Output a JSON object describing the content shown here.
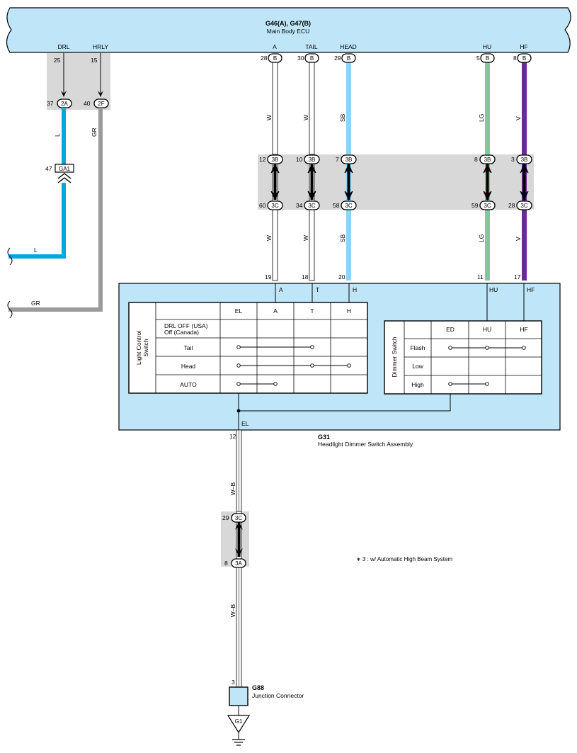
{
  "colors": {
    "ecu_fill": "#bfe6f8",
    "connector_block": "#d8d8d8",
    "wire_L": "#00a7e1",
    "wire_GR": "#9a9a9a",
    "wire_SB": "#8fd3f5",
    "wire_LG": "#7dcb9c",
    "wire_V": "#6a2c91",
    "wire_W": "#ffffff",
    "wire_WB": "#ffffff"
  },
  "ecu": {
    "title": "G46(A), G47(B)",
    "subtitle": "Main Body ECU",
    "terminals": [
      "DRL",
      "HRLY",
      "A",
      "TAIL",
      "HEAD",
      "HU",
      "HF"
    ]
  },
  "left_block": {
    "upper_pins": [
      "25",
      "15"
    ],
    "lower_pins": [
      "37",
      "40"
    ],
    "lower_codes": [
      "2A",
      "2F"
    ]
  },
  "ga1": {
    "pin": "47",
    "label": "GA1"
  },
  "wire_labels": {
    "L": "L",
    "GR": "GR",
    "W": "W",
    "SB": "SB",
    "LG": "LG",
    "V": "V",
    "WB": "W–B"
  },
  "ecu_pins": [
    "28",
    "30",
    "29",
    "5",
    "8"
  ],
  "ecu_pin_code": "B",
  "mid_block": {
    "upper_pins": [
      "12",
      "10",
      "7",
      "8",
      "3"
    ],
    "upper_code": "3B",
    "lower_pins": [
      "60",
      "34",
      "58",
      "59",
      "28"
    ],
    "lower_code": "3C"
  },
  "switch_assembly": {
    "id": "G31",
    "name": "Headlight Dimmer Switch Assembly",
    "input_pins": [
      "19",
      "18",
      "20",
      "11",
      "17"
    ],
    "input_labels": [
      "A",
      "T",
      "H",
      "HU",
      "HF"
    ],
    "ground_pin": "12",
    "ground_label": "EL"
  },
  "light_control_table": {
    "side_label_line1": "Light Control",
    "side_label_line2": "Switch",
    "columns": [
      "EL",
      "A",
      "T",
      "H"
    ],
    "rows": [
      "DRL OFF (USA)",
      "Off (Canada)",
      "Tail",
      "Head",
      "AUTO"
    ]
  },
  "dimmer_table": {
    "side_label": "Dimmer Switch",
    "columns": [
      "ED",
      "HU",
      "HF"
    ],
    "rows": [
      "Flash",
      "Low",
      "High"
    ]
  },
  "lower_block": {
    "upper_pin": "29",
    "upper_code": "3C",
    "lower_pin": "8",
    "lower_code": "3A"
  },
  "note": "∗ 3 : w/ Automatic High Beam System",
  "junction": {
    "pin": "3",
    "id": "G88",
    "name": "Junction Connector"
  },
  "ground": {
    "label": "G1"
  }
}
